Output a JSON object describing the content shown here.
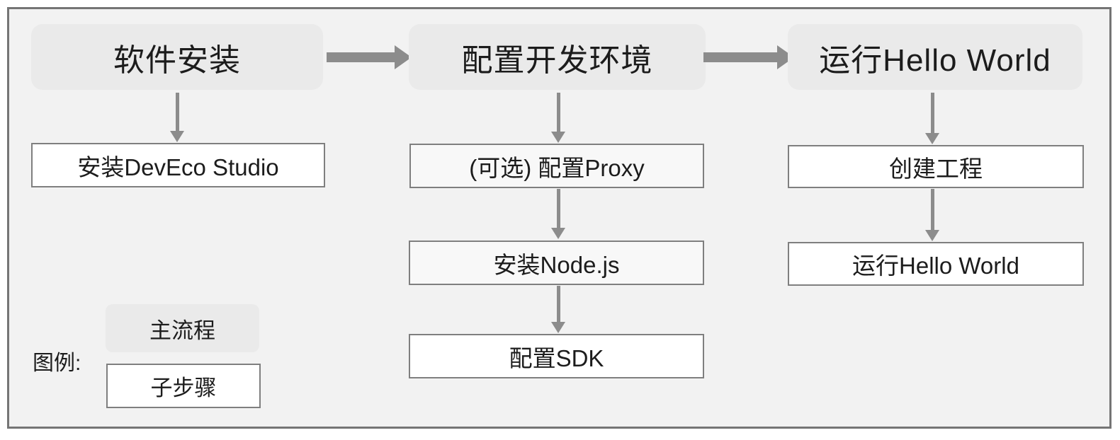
{
  "flow": {
    "columns": [
      {
        "main": "软件安装",
        "steps": [
          "安装DevEco Studio"
        ]
      },
      {
        "main": "配置开发环境",
        "steps": [
          "(可选) 配置Proxy",
          "安装Node.js",
          "配置SDK"
        ]
      },
      {
        "main": "运行Hello World",
        "steps": [
          "创建工程",
          "运行Hello World"
        ]
      }
    ]
  },
  "legend": {
    "label": "图例:",
    "main_process_label": "主流程",
    "sub_step_label": "子步骤"
  },
  "colors": {
    "canvas_bg": "#f2f2f2",
    "frame_border": "#757575",
    "main_box_fill": "#eaeaea",
    "sub_box_fill": "#ffffff",
    "sub_box_fill_alt": "#f8f8f8",
    "sub_box_border": "#7f7f7f",
    "arrow": "#8c8c8c",
    "text": "#1c1c1c"
  }
}
